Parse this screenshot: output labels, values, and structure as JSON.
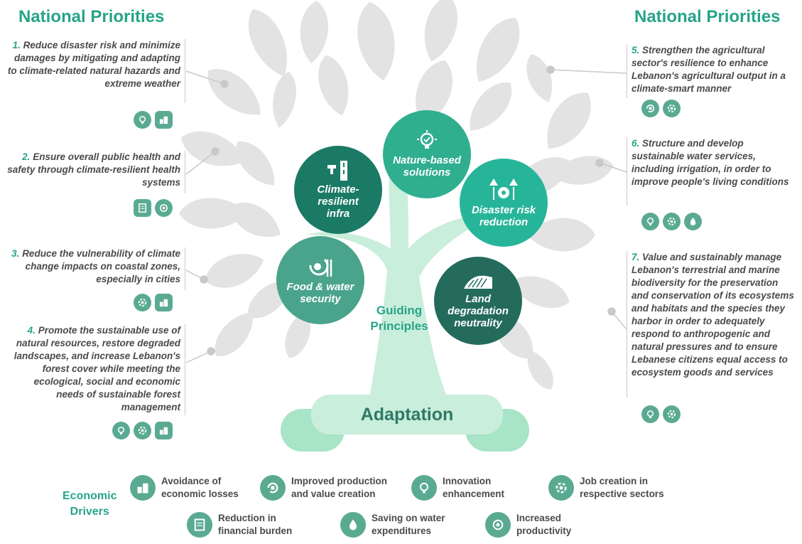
{
  "left_header": "National Priorities",
  "right_header": "National Priorities",
  "priorities": [
    {
      "num": "1.",
      "text": "Reduce disaster risk and minimize damages by mitigating and adapting to climate-related natural hazards and extreme weather",
      "icons": [
        "innovation-icon",
        "economic-losses-icon"
      ]
    },
    {
      "num": "2.",
      "text": "Ensure overall public health and safety through climate-resilient health systems",
      "icons": [
        "financial-burden-icon",
        "productivity-icon"
      ]
    },
    {
      "num": "3.",
      "text": "Reduce the vulnerability of climate change impacts on coastal zones, especially in cities",
      "icons": [
        "jobs-icon",
        "economic-losses-icon"
      ]
    },
    {
      "num": "4.",
      "text": "Promote the sustainable use of natural resources, restore degraded landscapes, and increase Lebanon's forest cover while meeting the ecological, social and economic needs of sustainable forest management",
      "icons": [
        "innovation-icon",
        "jobs-icon",
        "economic-losses-icon"
      ]
    },
    {
      "num": "5.",
      "text": "Strengthen the agricultural sector's resilience to enhance Lebanon's agricultural output in a climate-smart manner",
      "icons": [
        "production-icon",
        "jobs-icon"
      ]
    },
    {
      "num": "6.",
      "text": "Structure and develop sustainable water services, including irrigation, in order to improve people's living conditions",
      "icons": [
        "innovation-icon",
        "jobs-icon",
        "water-savings-icon"
      ]
    },
    {
      "num": "7.",
      "text": "Value and sustainably manage Lebanon's terrestrial and marine biodiversity for the preservation and conservation of its ecosystems and habitats and the species they harbor in order to adequately respond to anthropogenic and natural pressures and to ensure Lebanese citizens equal access to ecosystem goods and services",
      "icons": [
        "innovation-icon",
        "jobs-icon"
      ]
    }
  ],
  "guiding": {
    "label": "Guiding\nPrinciples",
    "circles": [
      {
        "label": "Climate-\nresilient\ninfra",
        "icon": "road-icon",
        "color": "#1a7a66"
      },
      {
        "label": "Nature-based\nsolutions",
        "icon": "lightbulb-icon",
        "color": "#2fae90"
      },
      {
        "label": "Disaster risk\nreduction",
        "icon": "warning-icon",
        "color": "#27b59a"
      },
      {
        "label": "Food & water\nsecurity",
        "icon": "food-icon",
        "color": "#4aa48c"
      },
      {
        "label": "Land\ndegradation\nneutrality",
        "icon": "land-icon",
        "color": "#246b5c"
      }
    ]
  },
  "adaptation": "Adaptation",
  "economic": {
    "title": "Economic\nDrivers",
    "drivers": [
      {
        "label": "Avoidance of\neconomic losses",
        "icon": "economic-losses-icon"
      },
      {
        "label": "Improved production\nand value creation",
        "icon": "production-icon"
      },
      {
        "label": "Innovation\nenhancement",
        "icon": "innovation-icon"
      },
      {
        "label": "Job creation in\nrespective sectors",
        "icon": "jobs-icon"
      },
      {
        "label": "Reduction in\nfinancial burden",
        "icon": "financial-burden-icon"
      },
      {
        "label": "Saving on water\nexpenditures",
        "icon": "water-savings-icon"
      },
      {
        "label": "Increased\nproductivity",
        "icon": "productivity-icon"
      }
    ]
  },
  "colors": {
    "accent": "#27a488",
    "icon_bg": "#5aaa92",
    "leaf": "#e4e4e4",
    "trunk": "#c9eedb"
  }
}
